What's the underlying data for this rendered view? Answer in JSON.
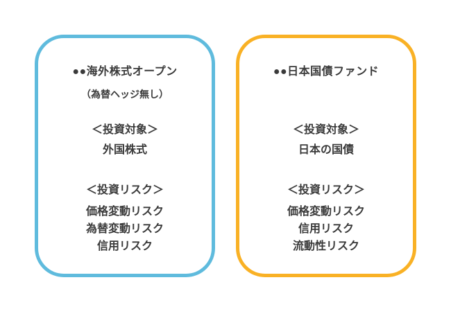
{
  "page": {
    "background_color": "#ffffff",
    "text_color": "#3a3a3a"
  },
  "cards": [
    {
      "id": "overseas-stock-fund",
      "border_color": "#5fbbdd",
      "title": "●●海外株式オープン",
      "subtitle": "（為替ヘッジ無し）",
      "target": {
        "label": "＜投資対象＞",
        "value": "外国株式"
      },
      "risk": {
        "label": "＜投資リスク＞",
        "items": [
          "価格変動リスク",
          "為替変動リスク",
          "信用リスク"
        ]
      }
    },
    {
      "id": "japan-government-bond-fund",
      "border_color": "#f9b125",
      "title": "●●日本国債ファンド",
      "subtitle": "",
      "target": {
        "label": "＜投資対象＞",
        "value": "日本の国債"
      },
      "risk": {
        "label": "＜投資リスク＞",
        "items": [
          "価格変動リスク",
          "信用リスク",
          "流動性リスク"
        ]
      }
    }
  ]
}
